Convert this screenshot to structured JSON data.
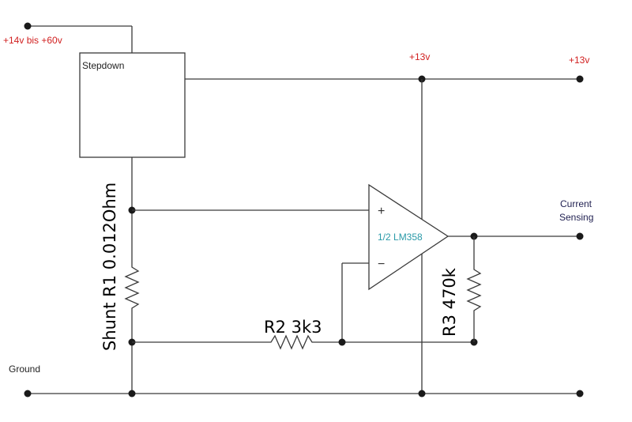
{
  "input_label": "+14v bis +60v",
  "stepdown_label": "Stepdown",
  "rail_label_mid": "+13v",
  "rail_label_right": "+13v",
  "opamp_label": "1/2 LM358",
  "opamp_plus": "+",
  "opamp_minus": "−",
  "output_label_line1": "Current",
  "output_label_line2": "Sensing",
  "shunt_label": "Shunt R1 0.012Ohm",
  "r2_label": "R2 3k3",
  "r3_label": "R3 470k",
  "ground_label": "Ground",
  "colors": {
    "supply_label": "#d12020",
    "opamp_label": "#2a9aa8",
    "wire": "#3a3a3a",
    "node": "#1a1a1a"
  }
}
